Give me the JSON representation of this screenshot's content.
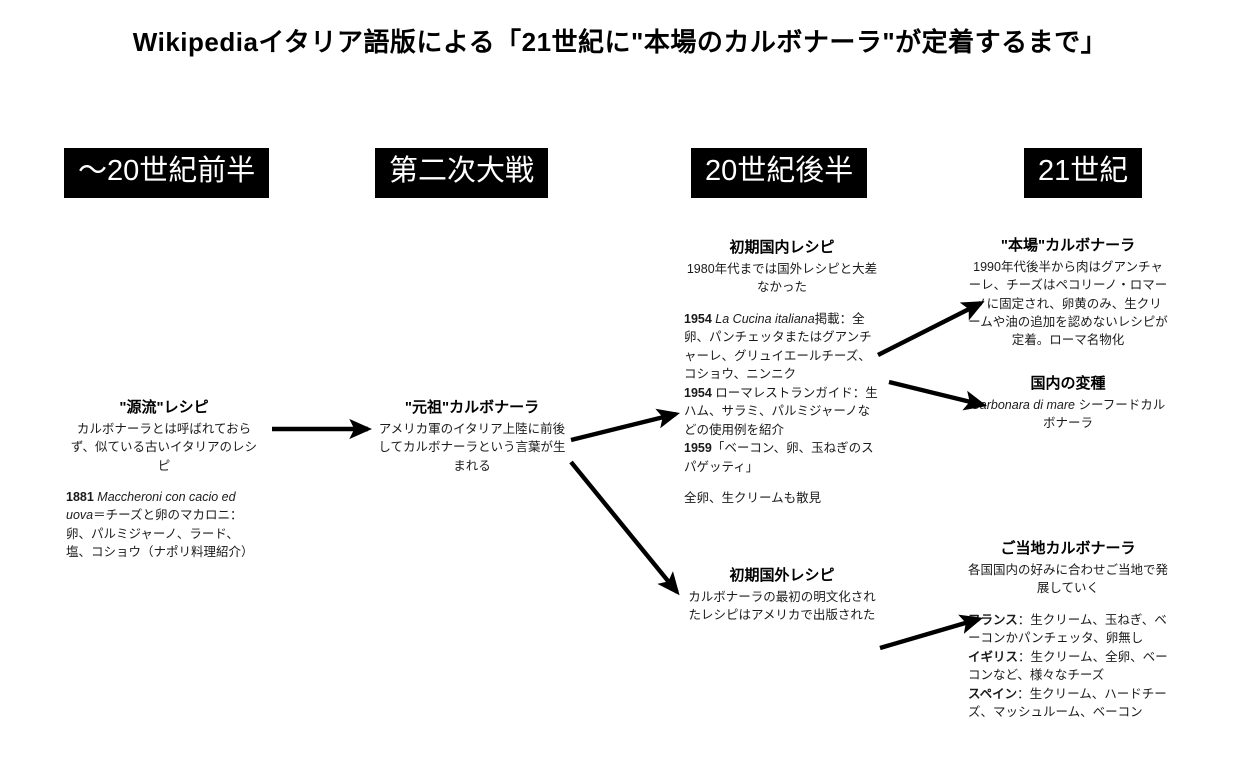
{
  "title": "Wikipediaイタリア語版による「21世紀に\"本場のカルボナーラ\"が定着するまで」",
  "eras": [
    {
      "label": "〜20世紀前半"
    },
    {
      "label": "第二次大戦"
    },
    {
      "label": "20世紀後半"
    },
    {
      "label": "21世紀"
    }
  ],
  "nodes": {
    "origin": {
      "title": "\"源流\"レシピ",
      "subtitle": "カルボナーラとは呼ばれておらず、似ている古いイタリアのレシピ",
      "entry_year": "1881",
      "entry_italic": "Maccheroni con cacio ed uova",
      "entry_text": "＝チーズと卵のマカロニ：卵、パルミジャーノ、ラード、塩、コショウ（ナポリ料理紹介）"
    },
    "ancestor": {
      "title": "\"元祖\"カルボナーラ",
      "subtitle": "アメリカ軍のイタリア上陸に前後してカルボナーラという言葉が生まれる"
    },
    "domestic_early": {
      "title": "初期国内レシピ",
      "subtitle": "1980年代までは国外レシピと大差なかった",
      "entries": [
        {
          "year": "1954",
          "italic": "La Cucina italiana",
          "text": "掲載：全卵、パンチェッタまたはグアンチャーレ、グリュイエールチーズ、コショウ、ニンニク"
        },
        {
          "year": "1954",
          "italic": "",
          "text": "ローマレストランガイド：生ハム、サラミ、パルミジャーノなどの使用例を紹介"
        },
        {
          "year": "1959",
          "italic": "",
          "text": "「ベーコン、卵、玉ねぎのスパゲッティ」"
        }
      ],
      "footer": "全卵、生クリームも散見"
    },
    "foreign_early": {
      "title": "初期国外レシピ",
      "subtitle": "カルボナーラの最初の明文化されたレシピはアメリカで出版された"
    },
    "authentic": {
      "title": "\"本場\"カルボナーラ",
      "subtitle": "1990年代後半から肉はグアンチャーレ、チーズはペコリーノ・ロマーノに固定され、卵黄のみ、生クリームや油の追加を認めないレシピが定着。ローマ名物化"
    },
    "domestic_variant": {
      "title": "国内の変種",
      "subtitle_italic": "Carbonara di mare",
      "subtitle_rest": "シーフードカルボナーラ"
    },
    "local_variants": {
      "title": "ご当地カルボナーラ",
      "subtitle": "各国国内の好みに合わせご当地で発展していく",
      "entries": [
        {
          "label": "フランス",
          "text": "：生クリーム、玉ねぎ、ベーコンかパンチェッタ、卵無し"
        },
        {
          "label": "イギリス",
          "text": "：生クリーム、全卵、ベーコンなど、様々なチーズ"
        },
        {
          "label": "スペイン",
          "text": "：生クリーム、ハードチーズ、マッシュルーム、ベーコン"
        }
      ]
    }
  },
  "arrows": [
    {
      "name": "arrow-origin-to-ancestor"
    },
    {
      "name": "arrow-ancestor-to-domestic-early"
    },
    {
      "name": "arrow-ancestor-to-foreign-early"
    },
    {
      "name": "arrow-domestic-early-to-authentic"
    },
    {
      "name": "arrow-domestic-early-to-domestic-variant"
    },
    {
      "name": "arrow-foreign-early-to-local-variants"
    }
  ],
  "colors": {
    "background": "#ffffff",
    "text": "#000000",
    "chip_background": "#000000",
    "chip_text": "#ffffff",
    "arrow": "#000000"
  }
}
